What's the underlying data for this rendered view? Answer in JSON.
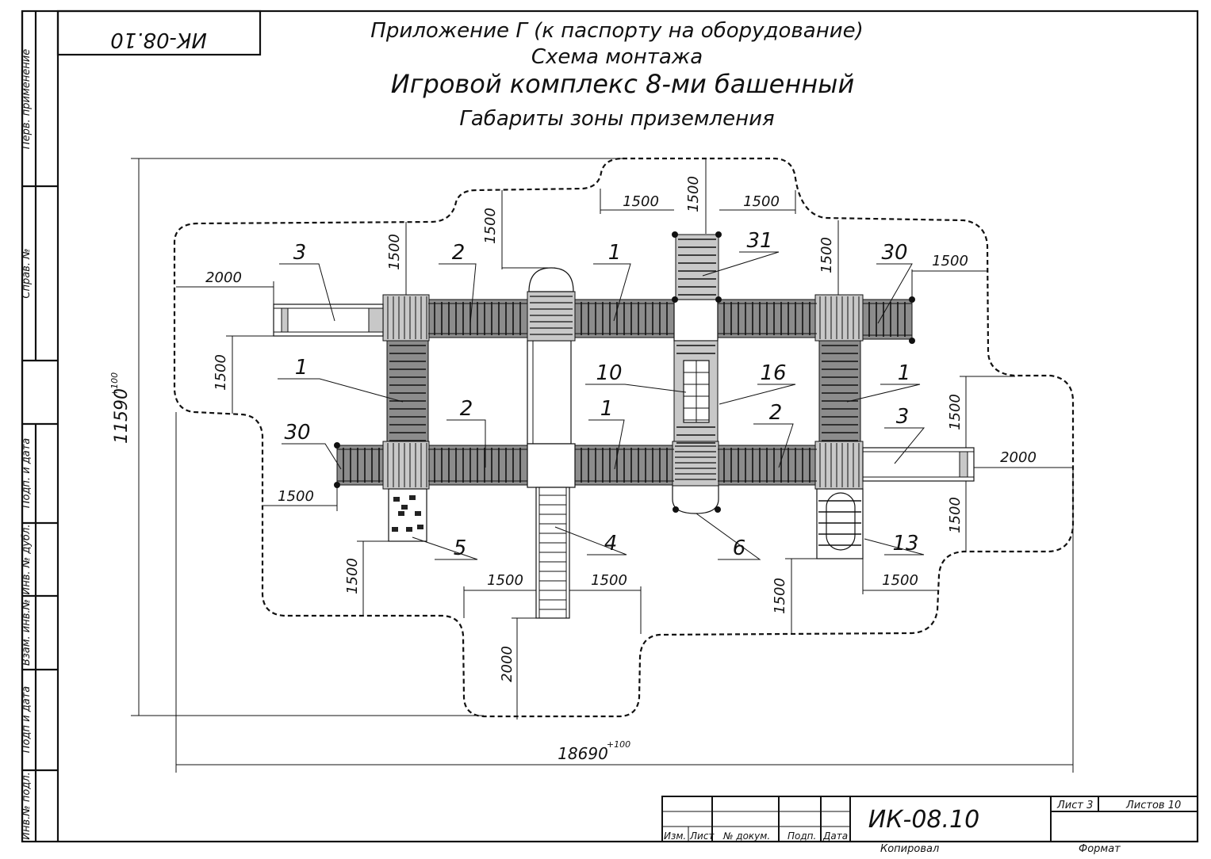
{
  "stamp_code_rotated": "ИК-08.10",
  "title": {
    "line1": "Приложение Г (к паспорту на оборудование)",
    "line2": "Схема монтажа",
    "line3": "Игровой комплекс 8-ми башенный",
    "line4": "Габариты зоны приземления"
  },
  "side_labels": {
    "perv_primenenie": "Перв. применение",
    "sprav_no": "Справ. №",
    "podp_data_1": "Подп. и дата",
    "inv_dubl": "Инв. № дубл.",
    "vzam_inv": "Взам. инв.№",
    "podp_data_2": "Подп и дата",
    "inv_podl": "Инв.№ подл."
  },
  "overall": {
    "height": "11590",
    "height_tol": "+100",
    "width": "18690",
    "width_tol": "+100"
  },
  "dims": {
    "top_1500_a": "1500",
    "top_1500_b": "1500",
    "top_1500_c": "1500",
    "top_1500_d": "1500",
    "top_1500_e": "1500",
    "top_1500_f": "1500",
    "right_1500_top": "1500",
    "left_2000": "2000",
    "left_1500_v": "1500",
    "left_1500_h": "1500",
    "right_1500_v_a": "1500",
    "right_2000": "2000",
    "right_1500_v_b": "1500",
    "bottom_1500_l": "1500",
    "bottom_1500_a": "1500",
    "bottom_1500_b": "1500",
    "bottom_2000": "2000",
    "bottom_1500_r_v": "1500",
    "bottom_1500_r_h": "1500"
  },
  "callouts": {
    "c3_top": "3",
    "c2_top": "2",
    "c1_top": "1",
    "c31": "31",
    "c30_top": "30",
    "c1_left": "1",
    "c10": "10",
    "c16": "16",
    "c1_right": "1",
    "c30_left": "30",
    "c2_mid": "2",
    "c1_mid": "1",
    "c2_right": "2",
    "c3_right": "3",
    "c5": "5",
    "c4": "4",
    "c6": "6",
    "c13": "13"
  },
  "title_block": {
    "code": "ИК-08.10",
    "izm": "Изм.",
    "list": "Лист",
    "no_dokum": "№ докум.",
    "podp": "Подп.",
    "data": "Дата",
    "list_no": "Лист 3",
    "listov": "Листов 10",
    "kopiroval": "Копировал",
    "format": "Формат"
  }
}
